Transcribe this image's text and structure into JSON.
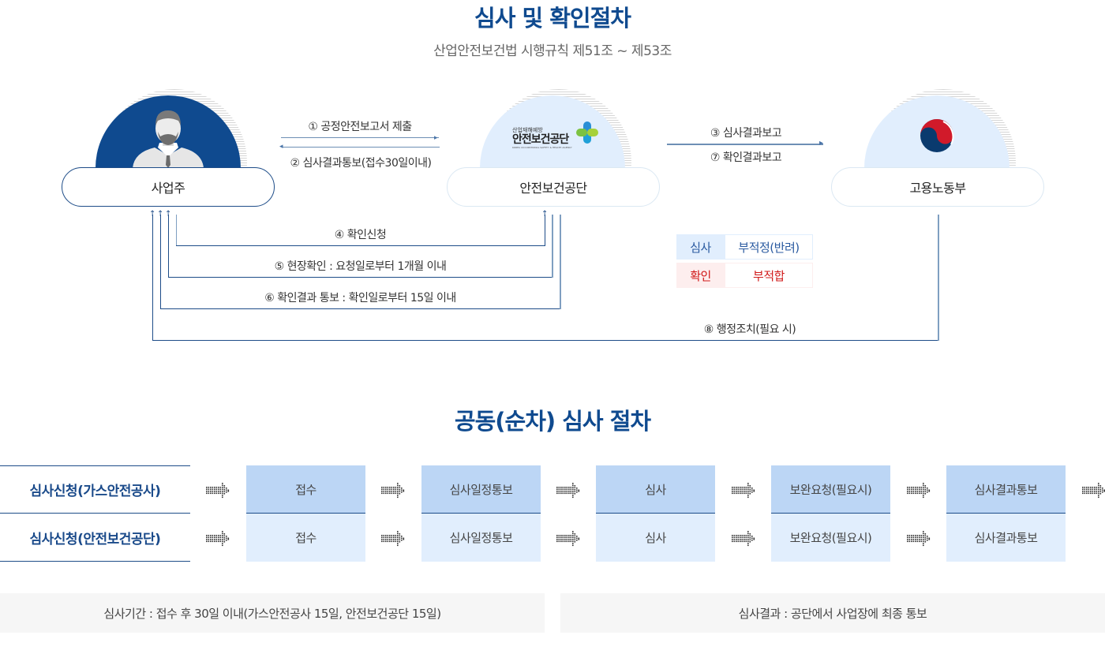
{
  "section1": {
    "title": "심사 및 확인절차",
    "subtitle": "산업안전보건법 시행규칙 제51조 ~ 제53조"
  },
  "actors": {
    "employer": {
      "label": "사업주",
      "icon": "businessman-avatar-icon",
      "dome_color": "#0f4a8f"
    },
    "kosha": {
      "label": "안전보건공단",
      "icon": "kosha-logo-icon",
      "logo_small": "산업재해예방",
      "logo_main": "안전보건공단",
      "logo_en": "KOREA OCCUPATIONAL SAFETY & HEALTH AGENCY",
      "dome_color": "#e1eefd"
    },
    "ministry": {
      "label": "고용노동부",
      "icon": "government-emblem-icon",
      "dome_color": "#e1eefd"
    }
  },
  "flows": {
    "f1": "① 공정안전보고서 제출",
    "f2": "② 심사결과통보(접수30일이내)",
    "f3": "③ 심사결과보고",
    "f7": "⑦ 확인결과보고",
    "f4": "④ 확인신청",
    "f5": "⑤ 현장확인 : 요청일로부터 1개월 이내",
    "f6": "⑥ 확인결과 통보 : 확인일로부터 15일 이내",
    "f8": "⑧ 행정조치(필요 시)"
  },
  "legend": [
    {
      "key": "심사",
      "value": "부적정(반려)",
      "color": "#2a5aa0",
      "bg": "#e1eefd"
    },
    {
      "key": "확인",
      "value": "부적합",
      "color": "#d11a1a",
      "bg": "#fdeeee"
    }
  ],
  "section2": {
    "title": "공동(순차) 심사 절차",
    "rows": [
      {
        "head": "심사신청(가스안전공사)",
        "steps": [
          "접수",
          "심사일정통보",
          "심사",
          "보완요청(필요시)",
          "심사결과통보"
        ]
      },
      {
        "head": "심사신청(안전보건공단)",
        "steps": [
          "접수",
          "심사일정통보",
          "심사",
          "보완요청(필요시)",
          "심사결과통보"
        ]
      }
    ],
    "notes": [
      "심사기간 : 접수 후 30일 이내(가스안전공사 15일, 안전보건공단 15일)",
      "심사결과 : 공단에서 사업장에 최종 통보"
    ]
  }
}
